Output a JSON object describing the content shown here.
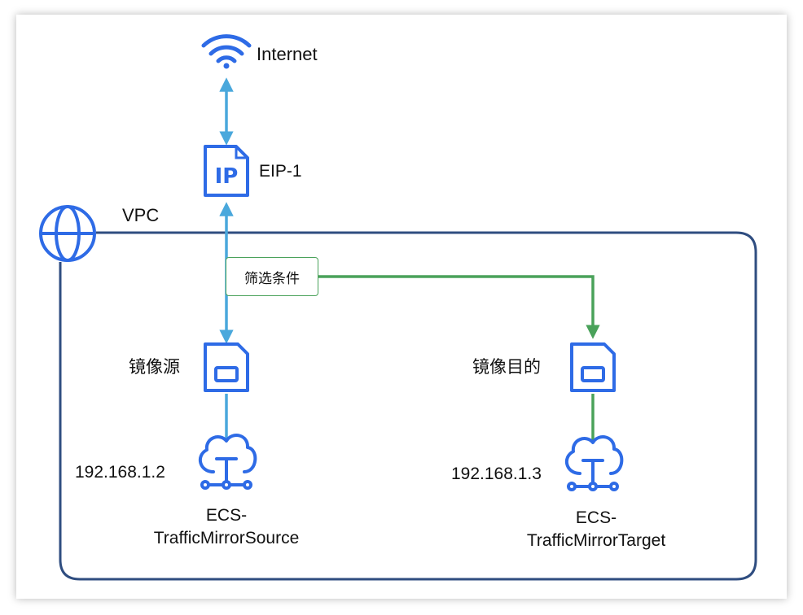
{
  "nodes": {
    "internet": {
      "label": "Internet",
      "icon": "wifi-icon"
    },
    "eip": {
      "label": "EIP-1",
      "icon": "ip-file-icon"
    },
    "vpc": {
      "label": "VPC",
      "icon": "globe-icon"
    },
    "filter": {
      "label": "筛选条件"
    },
    "mirror_source": {
      "label": "镜像源",
      "icon": "sd-card-icon"
    },
    "mirror_target": {
      "label": "镜像目的",
      "icon": "sd-card-icon"
    },
    "ecs_source": {
      "ip": "192.168.1.2",
      "name_line1": "ECS-",
      "name_line2": "TrafficMirrorSource",
      "icon": "cloud-network-icon"
    },
    "ecs_target": {
      "ip": "192.168.1.3",
      "name_line1": "ECS-",
      "name_line2": "TrafficMirrorTarget",
      "icon": "cloud-network-icon"
    }
  },
  "colors": {
    "icon_blue": "#2e6be6",
    "link_blue": "#4aa8dc",
    "mirror_green": "#4aa25a",
    "vpc_border": "#2f4d80"
  }
}
